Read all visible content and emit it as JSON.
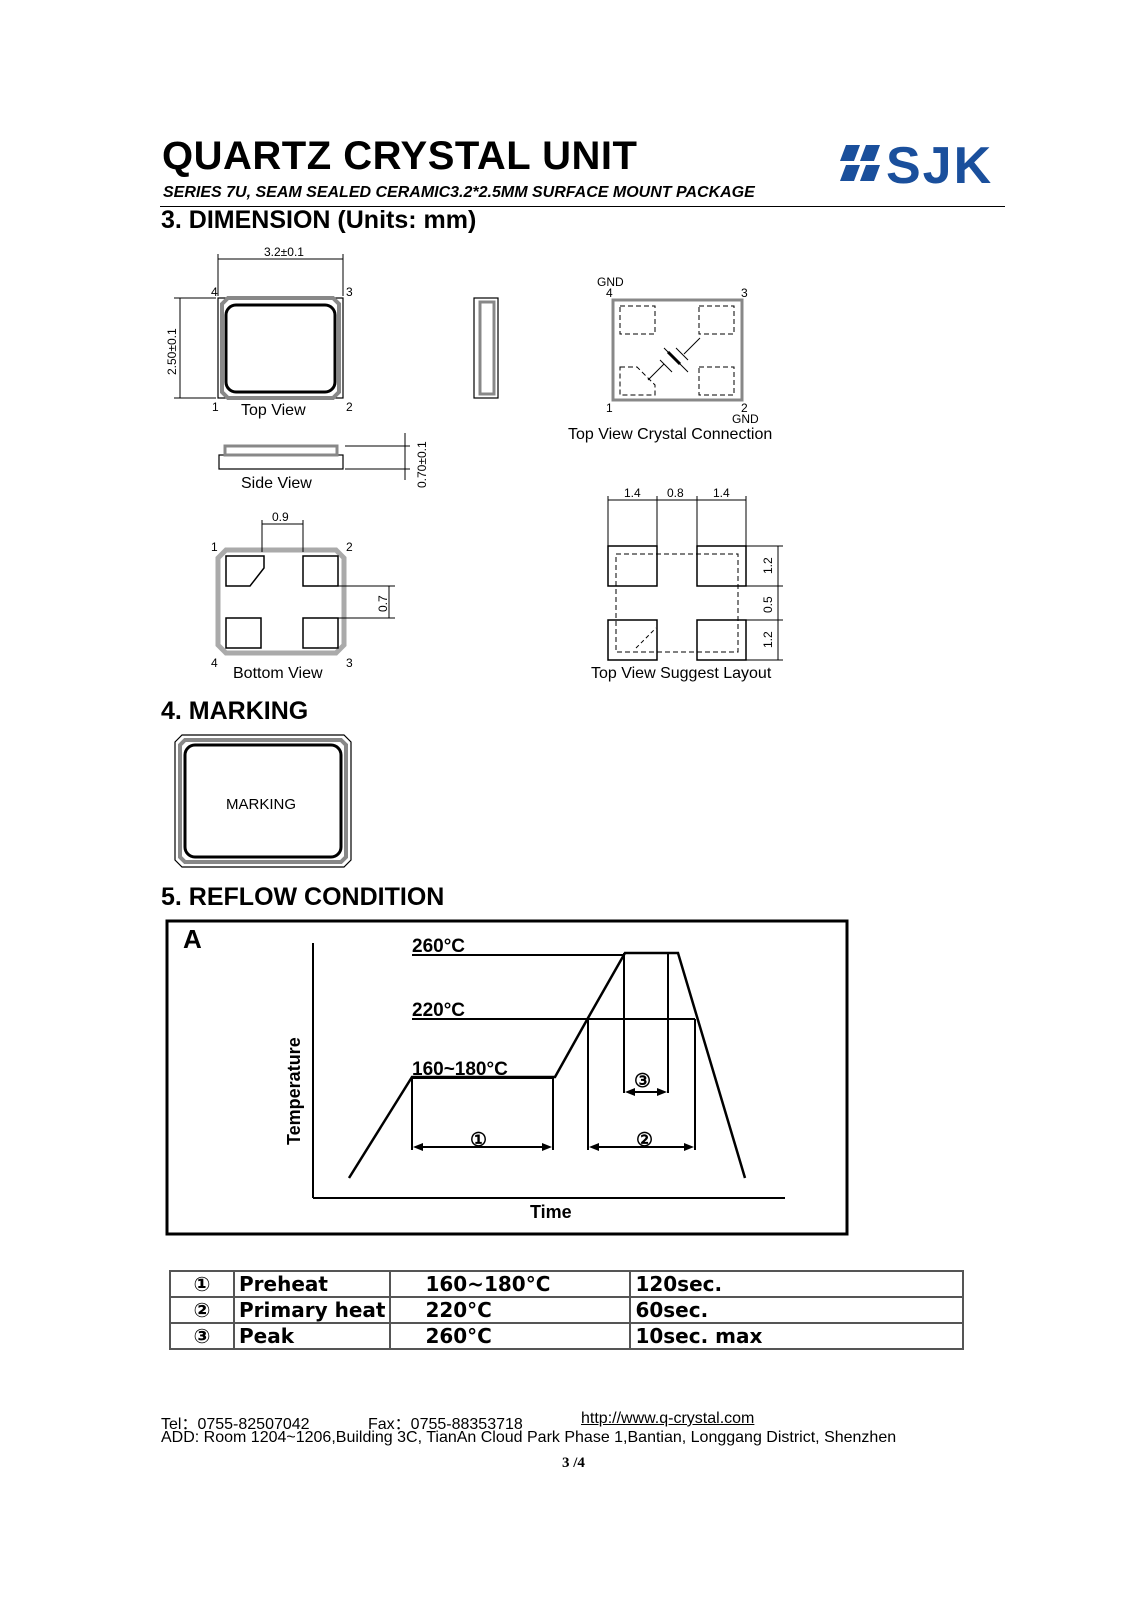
{
  "header": {
    "title": "QUARTZ CRYSTAL UNIT",
    "subtitle": "SERIES 7U, SEAM SEALED CERAMIC3.2*2.5MM SURFACE MOUNT PACKAGE",
    "logo_text": "SJK",
    "logo_color": "#1a4f9c"
  },
  "dimension": {
    "heading": "3. DIMENSION (Units: mm)",
    "top_view": {
      "width_dim": "3.2±0.1",
      "height_dim": "2.50±0.1",
      "label": "Top View",
      "pins": [
        "1",
        "2",
        "3",
        "4"
      ]
    },
    "side_view": {
      "label": "Side View",
      "thickness_dim": "0.70±0.1"
    },
    "bottom_view": {
      "label": "Bottom View",
      "pad_gap_dim": "0.9",
      "pad_height_dim": "0.7",
      "pins": [
        "1",
        "2",
        "3",
        "4"
      ]
    },
    "crystal_connection": {
      "label": "Top View Crystal Connection",
      "gnd_top": "GND",
      "gnd_bottom": "GND",
      "pins": [
        "1",
        "2",
        "3",
        "4"
      ]
    },
    "suggest_layout": {
      "label": "Top View Suggest Layout",
      "dims_top": [
        "1.4",
        "0.8",
        "1.4"
      ],
      "dims_right": [
        "1.2",
        "0.5",
        "1.2"
      ]
    }
  },
  "marking": {
    "heading": "4. MARKING",
    "text": "MARKING"
  },
  "reflow": {
    "heading": "5. REFLOW CONDITION",
    "chart_letter": "A",
    "y_label": "Temperature",
    "x_label": "Time",
    "levels": [
      "260°C",
      "220°C",
      "160~180°C"
    ],
    "zone_markers": [
      "①",
      "②",
      "③"
    ],
    "table": [
      {
        "no": "①",
        "name": "Preheat",
        "temp": "160~180°C",
        "time": "120sec."
      },
      {
        "no": "②",
        "name": "Primary heat",
        "temp": "220°C",
        "time": "60sec."
      },
      {
        "no": "③",
        "name": "Peak",
        "temp": "260°C",
        "time": "10sec. max"
      }
    ]
  },
  "footer": {
    "tel": "Tel：0755-82507042",
    "fax": "Fax：0755-88353718",
    "url": "http://www.q-crystal.com",
    "address": "ADD: Room 1204~1206,Building 3C, TianAn Cloud Park Phase 1,Bantian, Longgang District, Shenzhen",
    "page": "3 /4"
  }
}
